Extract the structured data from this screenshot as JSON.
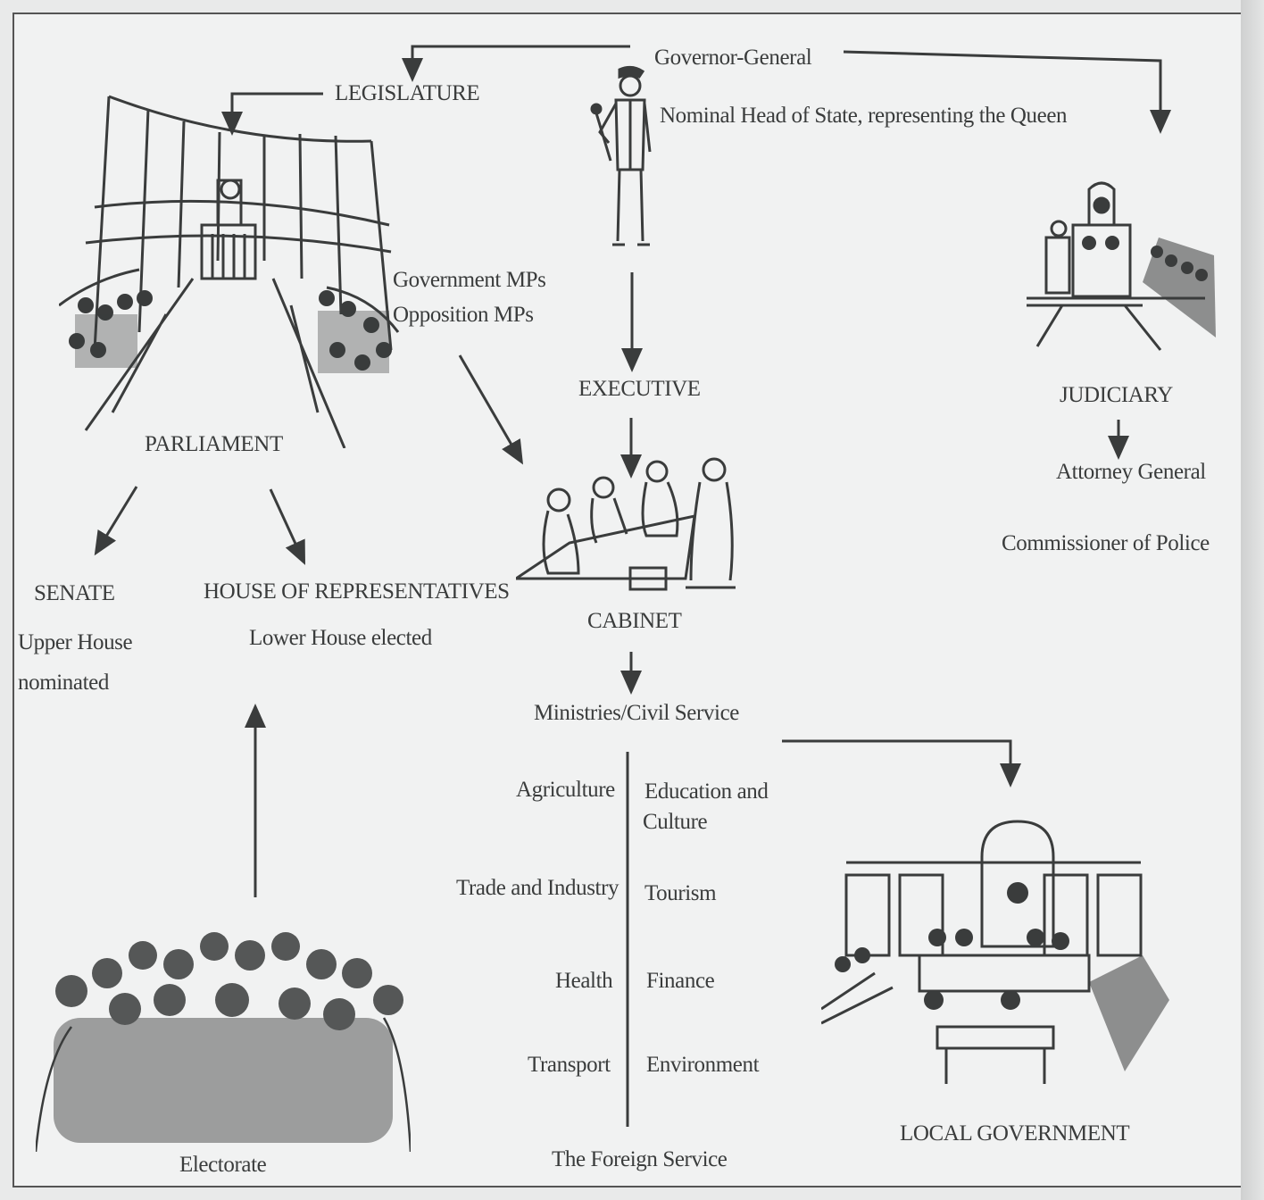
{
  "head_of_state": {
    "title": "Governor-General",
    "subtitle": "Nominal Head of State, representing the Queen",
    "icon": "governor-general-figure-icon"
  },
  "legislature": {
    "title": "LEGISLATURE",
    "mp_line_1": "Government MPs",
    "mp_line_2": "Opposition MPs",
    "parliament": "PARLIAMENT",
    "senate": {
      "title": "SENATE",
      "line_1": "Upper House",
      "line_2": "nominated"
    },
    "house": {
      "title": "HOUSE OF REPRESENTATIVES",
      "line_1": "Lower House elected"
    },
    "icon": "parliament-chamber-icon"
  },
  "electorate": {
    "label": "Electorate",
    "icon": "crowd-icon"
  },
  "executive": {
    "title": "EXECUTIVE",
    "cabinet": "CABINET",
    "ministries_title": "Ministries/Civil Service",
    "ministries_left": [
      "Agriculture",
      "Trade and Industry",
      "Health",
      "Transport"
    ],
    "ministries_right": [
      "Education and",
      "Culture",
      "Tourism",
      "Finance",
      "Environment"
    ],
    "foreign": "The Foreign Service",
    "icon": "cabinet-meeting-icon"
  },
  "judiciary": {
    "title": "JUDICIARY",
    "line_1": "Attorney General",
    "line_2": "Commissioner of Police",
    "icon": "courtroom-icon"
  },
  "local_government": {
    "label": "LOCAL GOVERNMENT",
    "icon": "council-chamber-icon"
  },
  "colors": {
    "ink": "#3a3c3c",
    "paper": "#f1f2f2"
  }
}
